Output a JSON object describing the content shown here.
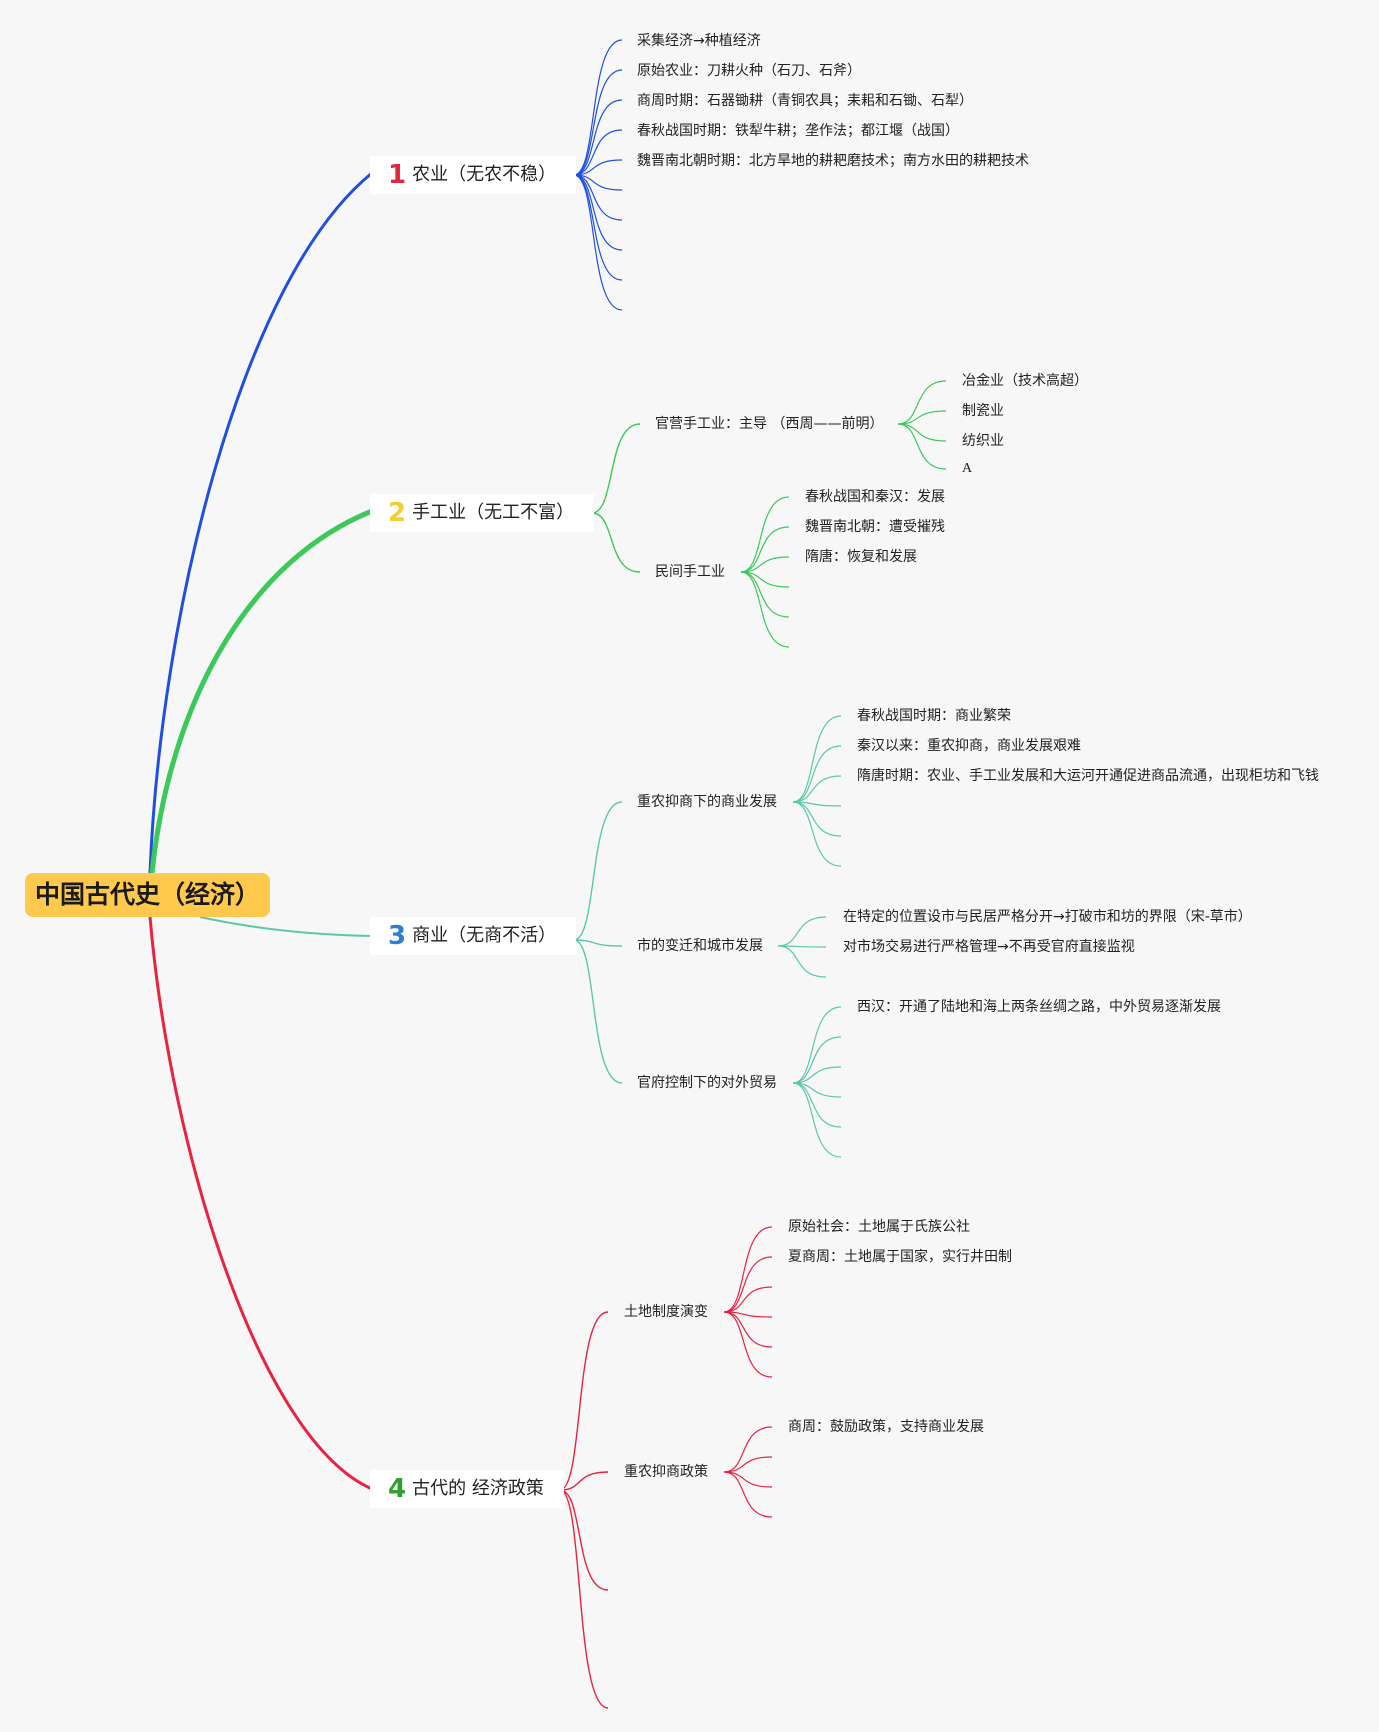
{
  "root": "中国古代史（经济）",
  "colors": {
    "agri": "#1f4fe0",
    "craft": "#3cc85a",
    "commerce": "#5cc9a2",
    "policy": "#e8223f",
    "num1": "#e3263e",
    "num2": "#f7cb35",
    "num3": "#2c7fd1",
    "num4": "#2ea12e"
  },
  "branches": [
    {
      "num": "1",
      "label": "农业（无农不稳）"
    },
    {
      "num": "2",
      "label": "手工业（无工不富）"
    },
    {
      "num": "3",
      "label": "商业（无商不活）"
    },
    {
      "num": "4",
      "label": "古代的 经济政策"
    }
  ],
  "agri": [
    "采集经济→种植经济",
    "原始农业：刀耕火种（石刀、石斧）",
    "商周时期：石器锄耕（青铜农具；耒耜和石锄、石犁）",
    "春秋战国时期：铁犁牛耕；垄作法；都江堰（战国）",
    "魏晋南北朝时期：北方旱地的耕耙磨技术；南方水田的耕耙技术"
  ],
  "craft": {
    "official": "官营手工业：主导 （西周——前明）",
    "official_items": [
      "冶金业（技术高超）",
      "制瓷业",
      "纺织业",
      "A"
    ],
    "private": "民间手工业",
    "private_items": [
      "春秋战国和秦汉：发展",
      "魏晋南北朝：遭受摧残",
      "隋唐：恢复和发展"
    ]
  },
  "commerce": {
    "c1": "重农抑商下的商业发展",
    "c1_items": [
      "春秋战国时期：商业繁荣",
      "秦汉以来：重农抑商，商业发展艰难",
      "隋唐时期：农业、手工业发展和大运河开通促进商品流通，出现柜坊和飞钱"
    ],
    "c2": "市的变迁和城市发展",
    "c2_items": [
      "在特定的位置设市与民居严格分开→打破市和坊的界限（宋-草市）",
      "对市场交易进行严格管理→不再受官府直接监视"
    ],
    "c3": "官府控制下的对外贸易",
    "c3_items": [
      "西汉：开通了陆地和海上两条丝绸之路，中外贸易逐渐发展"
    ]
  },
  "policy": {
    "p1": "土地制度演变",
    "p1_items": [
      "原始社会：土地属于氏族公社",
      "夏商周：土地属于国家，实行井田制"
    ],
    "p2": "重农抑商政策",
    "p2_items": [
      "商周：鼓励政策，支持商业发展"
    ]
  }
}
